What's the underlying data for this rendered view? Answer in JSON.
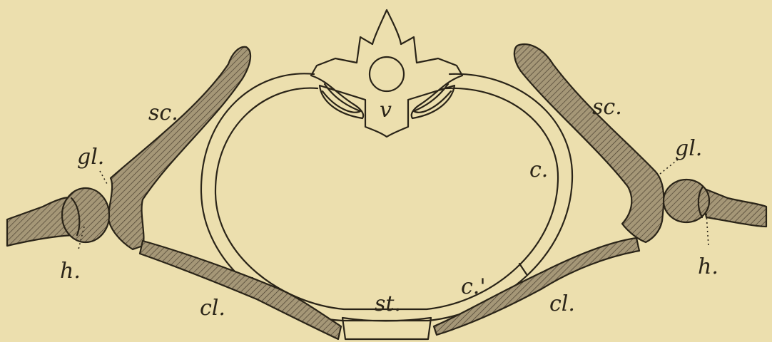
{
  "figure": {
    "colors": {
      "paper": "#ecdfae",
      "ink": "#2a2418",
      "bone_fill": "#a59777",
      "hatch": "#4a4030"
    },
    "labels": {
      "v": "v",
      "sc_left": "sc.",
      "sc_right": "sc.",
      "gl_left": "gl.",
      "gl_right": "gl.",
      "h_left": "h.",
      "h_right": "h.",
      "c": "c.",
      "c_prime": "c.'",
      "cl_left": "cl.",
      "cl_right": "cl.",
      "st": "st."
    }
  }
}
